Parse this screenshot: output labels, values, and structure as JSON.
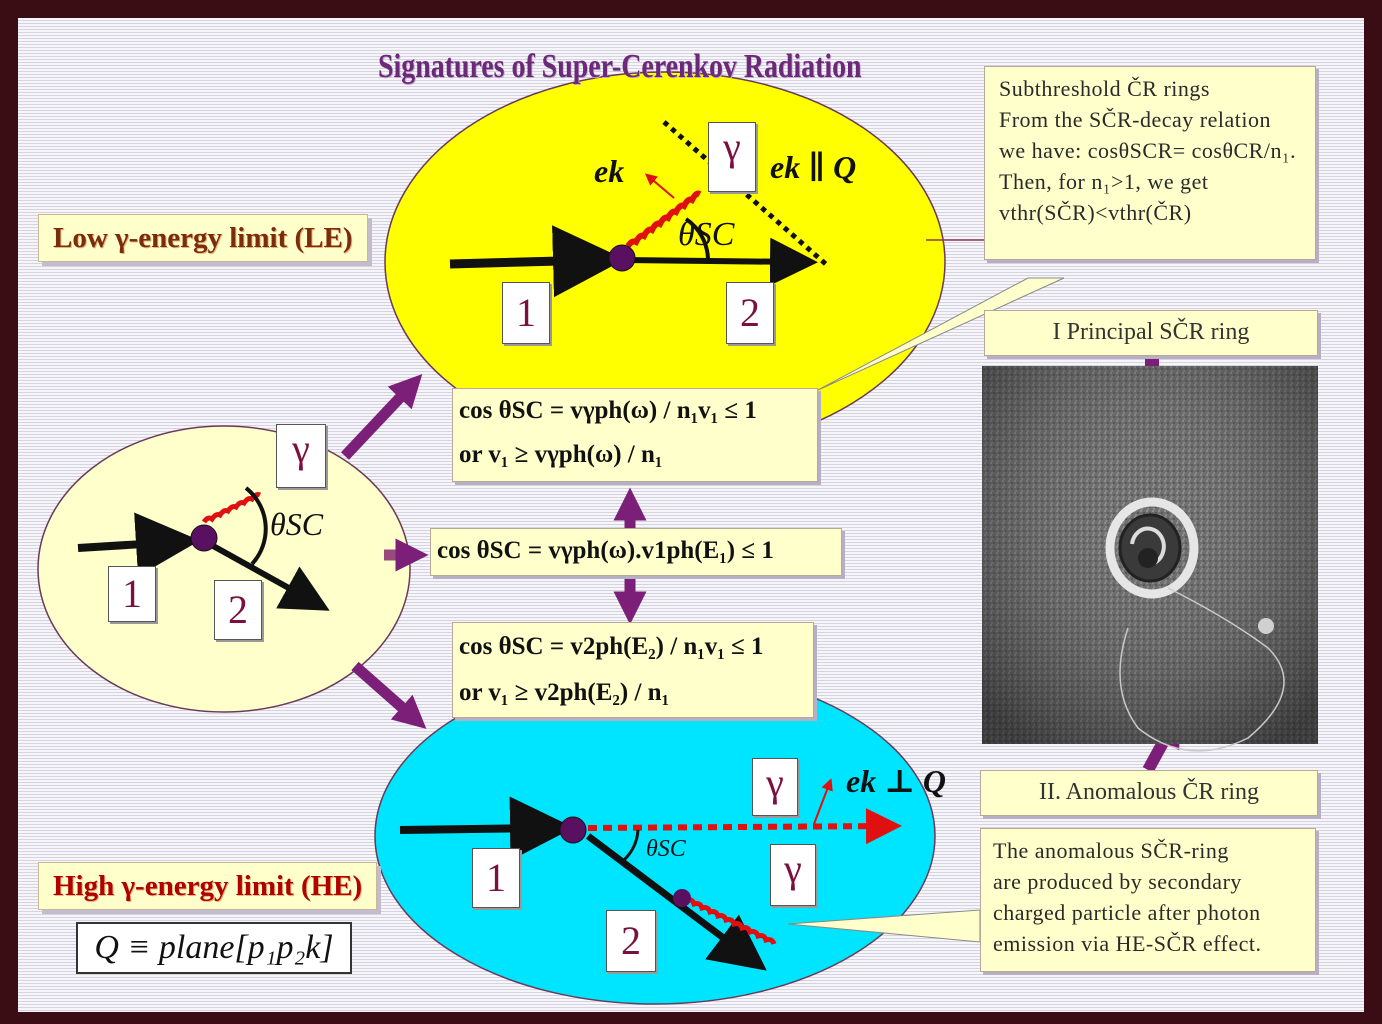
{
  "title": "Signatures of Super-Cerenkov Radiation",
  "labels": {
    "le": "Low γ-energy limit (LE)",
    "he": "High γ-energy limit (HE)",
    "q_definition": "Q ≡ plane[p₁p₂k]"
  },
  "diagram": {
    "one": "1",
    "two": "2",
    "gamma": "γ",
    "theta": "θSC",
    "ek_parallel": "ek ∥ Q",
    "ek_perp": "ek ⊥ Q"
  },
  "formulas": {
    "le_line1": "cos θSC = vγph(ω) / n₁v₁ ≤ 1",
    "le_line2": "or   v₁ ≥ vγph(ω) / n₁",
    "mid": "cos θSC = vγph(ω).v1ph(E₁) ≤ 1",
    "he_line1": "cos θSC = v2ph(E₂) / n₁v₁ ≤ 1",
    "he_line2": "or   v₁ ≥ v2ph(E₂) / n₁"
  },
  "notes": {
    "subthreshold": [
      "Subthreshold ČR rings",
      "From the SČR-decay relation",
      "we have: cosθSCR= cosθCR/n₁.",
      "Then, for  n₁>1, we get",
      "vthr(SČR)<vthr(ČR)"
    ],
    "principal_ring": "I  Principal  SČR ring",
    "anomalous_ring": "II. Anomalous ČR ring",
    "anomalous_text": [
      "The  anomalous   SČR-ring",
      "are produced  by  secondary",
      "charged particle after photon",
      "emission via HE-SČR effect."
    ]
  },
  "colors": {
    "title": "#6b2a78",
    "arrow": "#7b1f78",
    "le_ellipse": "#ffff00",
    "he_ellipse": "#00e5ff",
    "left_ellipse": "#ffffcc",
    "photon": "#e01010"
  }
}
